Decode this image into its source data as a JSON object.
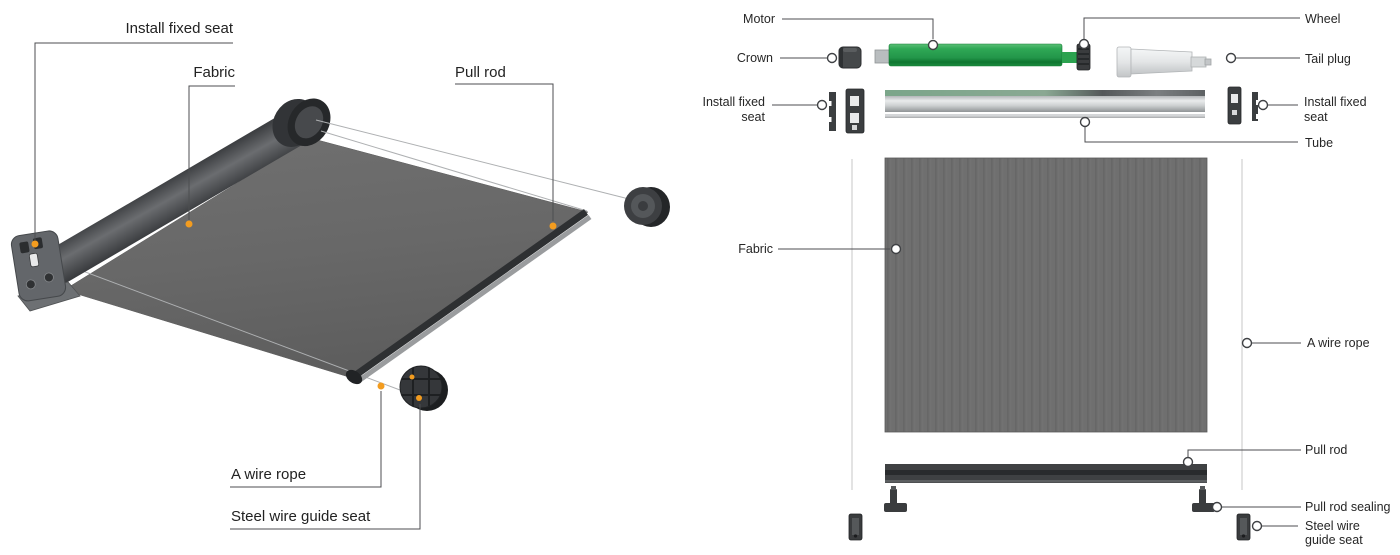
{
  "colors": {
    "accent_orange": "#F39C1F",
    "motor_green": "#2BA24F",
    "fabric_gray": "#6F6F6F",
    "pull_rod_dark": "#3A3C3E",
    "tube_silver": "#C9CCCE",
    "leader_line": "#4C4E50",
    "text_color": "#262626"
  },
  "assembled_view": {
    "labels": {
      "install_fixed_seat": "Install fixed seat",
      "fabric": "Fabric",
      "pull_rod": "Pull rod",
      "a_wire_rope": "A wire rope",
      "steel_wire_guide_seat": "Steel wire guide seat"
    }
  },
  "exploded_view": {
    "labels": {
      "motor": "Motor",
      "crown": "Crown",
      "install_fixed_left_l1": "Install fixed",
      "install_fixed_left_l2": "seat",
      "fabric": "Fabric",
      "wheel": "Wheel",
      "tail_plug": "Tail plug",
      "install_fixed_right_l1": "Install fixed",
      "install_fixed_right_l2": "seat",
      "tube": "Tube",
      "a_wire_rope": "A wire rope",
      "pull_rod": "Pull rod",
      "pull_rod_sealing": "Pull rod sealing",
      "steel_wire_guide_seat_l1": "Steel wire",
      "steel_wire_guide_seat_l2": "guide seat"
    }
  }
}
